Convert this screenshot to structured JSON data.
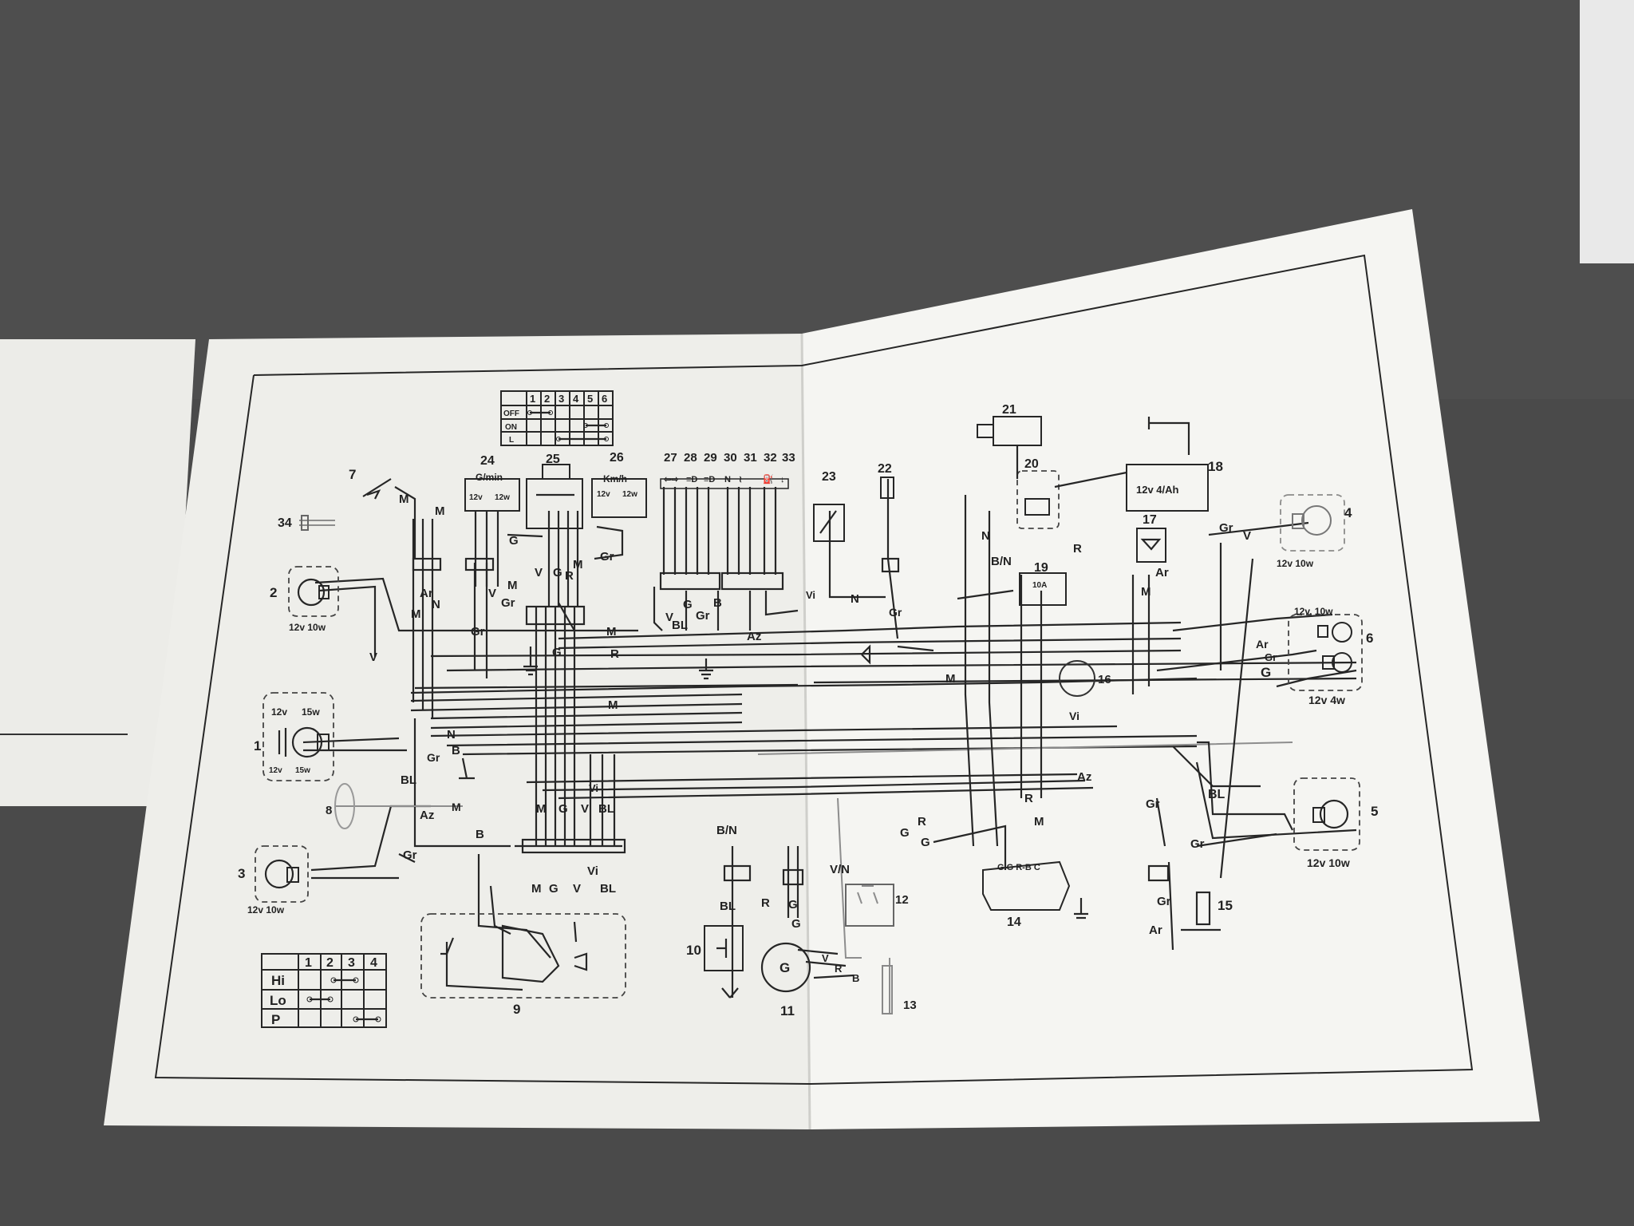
{
  "colors": {
    "background": "#4a4a4a",
    "paper": "#f3f3ef",
    "ink": "#262626",
    "faded_ink": "#8d8d8d"
  },
  "diagram": {
    "switch_table_top": {
      "col_headers": [
        "1",
        "2",
        "3",
        "4",
        "5",
        "6"
      ],
      "rows": [
        "OFF",
        "ON",
        "L"
      ]
    },
    "switch_table_bottom": {
      "col_headers": [
        "1",
        "2",
        "3",
        "4"
      ],
      "rows": [
        "Hi",
        "Lo",
        "P"
      ]
    },
    "component_numbers": [
      "1",
      "2",
      "3",
      "4",
      "5",
      "6",
      "7",
      "8",
      "9",
      "10",
      "11",
      "12",
      "13",
      "14",
      "15",
      "16",
      "17",
      "18",
      "19",
      "20",
      "21",
      "22",
      "23",
      "24",
      "25",
      "26",
      "27",
      "28",
      "29",
      "30",
      "31",
      "32",
      "33",
      "34"
    ],
    "gauge_labels": {
      "tachometer": "G/min",
      "speedometer": "Km/h"
    },
    "ratings": {
      "r1a": "12v",
      "r1b": "15w",
      "r1c": "12v",
      "r1d": "15w",
      "r2": "12v 10w",
      "r3": "12v 10w",
      "r4": "12v 10w",
      "r5": "12v 10w",
      "r6a": "12v. 10w",
      "r6b": "12v 4w",
      "r24a": "12v",
      "r24b": "12w",
      "r26a": "12v",
      "r26b": "12w",
      "battery": "12v 4/Ah",
      "fuse": "10A",
      "generator": "G"
    },
    "regulator_pins": "G G R-B C",
    "indicator_symbols": [
      "⇦⇨",
      "≡D",
      "≡D",
      "N",
      "≀",
      "⛽",
      "↓"
    ],
    "wire_codes": {
      "M": "M",
      "Ar": "Ar",
      "N": "N",
      "Gr": "Gr",
      "V": "V",
      "G": "G",
      "R": "R",
      "B": "B",
      "BL": "BL",
      "Az": "Az",
      "Vi": "Vi",
      "BN": "B/N",
      "VN": "V/N"
    }
  }
}
